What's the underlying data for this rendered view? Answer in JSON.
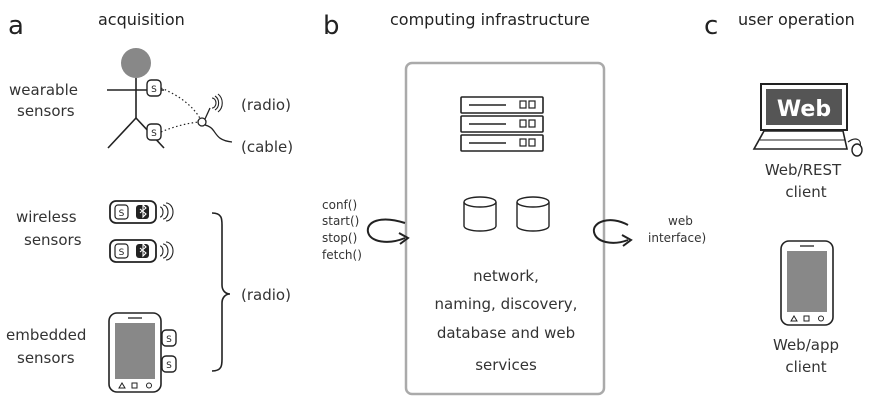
{
  "panels": {
    "a": {
      "letter": "a",
      "title": "acquisition"
    },
    "b": {
      "letter": "b",
      "title": "computing infrastructure"
    },
    "c": {
      "letter": "c",
      "title": "user operation"
    }
  },
  "acquisition": {
    "wearable_label": [
      "wearable",
      "sensors"
    ],
    "wireless_label": [
      "wireless",
      "sensors"
    ],
    "embedded_label": [
      "embedded",
      "sensors"
    ],
    "radio_label": "(radio)",
    "cable_label": "(cable)",
    "group_radio_label": "(radio)",
    "sensor_tag": "S"
  },
  "infrastructure": {
    "api_calls": [
      "conf()",
      "start()",
      "stop()",
      "fetch()"
    ],
    "web_interface_label": [
      "web",
      "interface)"
    ],
    "services_text": [
      "network,",
      "naming, discovery,",
      "database and web",
      "services"
    ]
  },
  "user_operation": {
    "monitor_text": "Web",
    "web_client_label": [
      "Web/REST",
      "client"
    ],
    "app_client_label": [
      "Web/app",
      "client"
    ]
  },
  "colors": {
    "gray_fill": "#888888",
    "monitor_screen": "#555555",
    "box_stroke": "#aaaaaa",
    "line": "#222222"
  }
}
